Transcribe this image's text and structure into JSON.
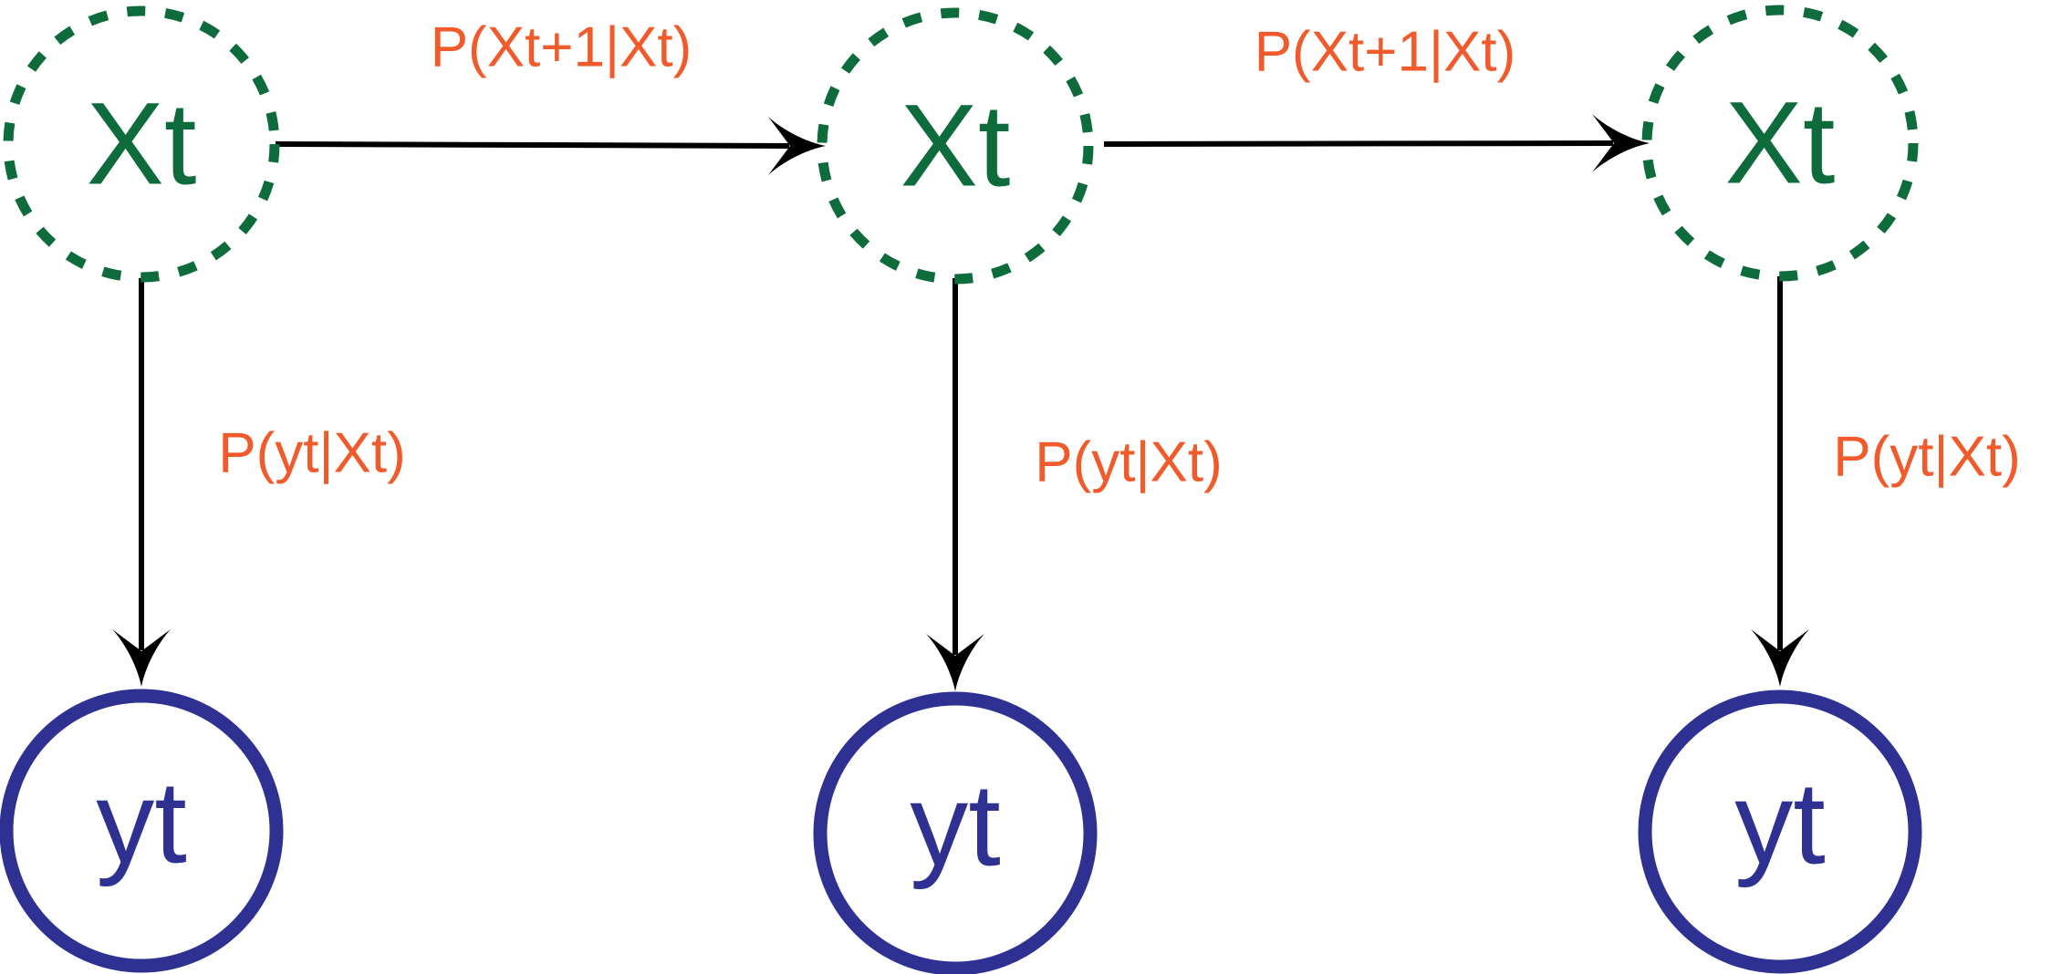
{
  "colors": {
    "hidden": "#0e6b3b",
    "observed": "#2e3192",
    "probability": "#f15a2b",
    "edge": "#000000"
  },
  "hidden_nodes": [
    {
      "label": "Xt"
    },
    {
      "label": "Xt"
    },
    {
      "label": "Xt"
    }
  ],
  "observed_nodes": [
    {
      "label": "yt"
    },
    {
      "label": "yt"
    },
    {
      "label": "yt"
    }
  ],
  "transition_labels": [
    {
      "text": "P(Xt+1|Xt)"
    },
    {
      "text": "P(Xt+1|Xt)"
    }
  ],
  "emission_labels": [
    {
      "text": "P(yt|Xt)"
    },
    {
      "text": "P(yt|Xt)"
    },
    {
      "text": "P(yt|Xt)"
    }
  ]
}
